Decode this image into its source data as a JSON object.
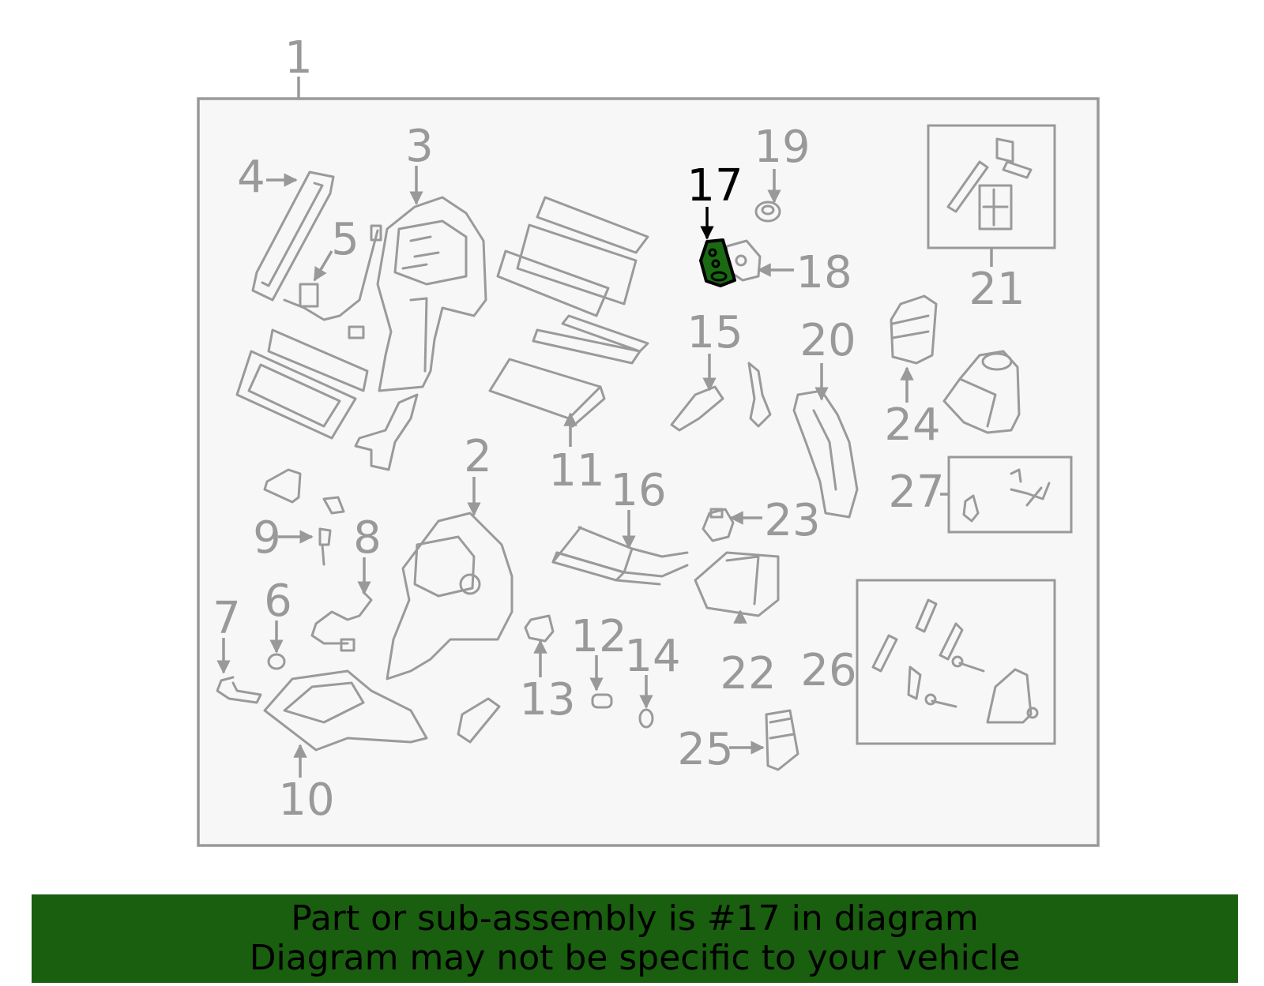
{
  "callouts": {
    "n1": "1",
    "n2": "2",
    "n3": "3",
    "n4": "4",
    "n5": "5",
    "n6": "6",
    "n7": "7",
    "n8": "8",
    "n9": "9",
    "n10": "10",
    "n11": "11",
    "n12": "12",
    "n13": "13",
    "n14": "14",
    "n15": "15",
    "n16": "16",
    "n17": "17",
    "n18": "18",
    "n19": "19",
    "n20": "20",
    "n21": "21",
    "n22": "22",
    "n23": "23",
    "n24": "24",
    "n25": "25",
    "n26": "26",
    "n27": "27"
  },
  "highlighted_part": "17",
  "colors": {
    "highlight": "#1a6a12",
    "banner_background": "#1a5e0f",
    "diagram_lines": "#9a9a9a",
    "panel_background": "#f7f7f7"
  },
  "banner": {
    "line1": "Part or sub-assembly is #17 in diagram",
    "line2": "Diagram may not be specific to your vehicle"
  }
}
